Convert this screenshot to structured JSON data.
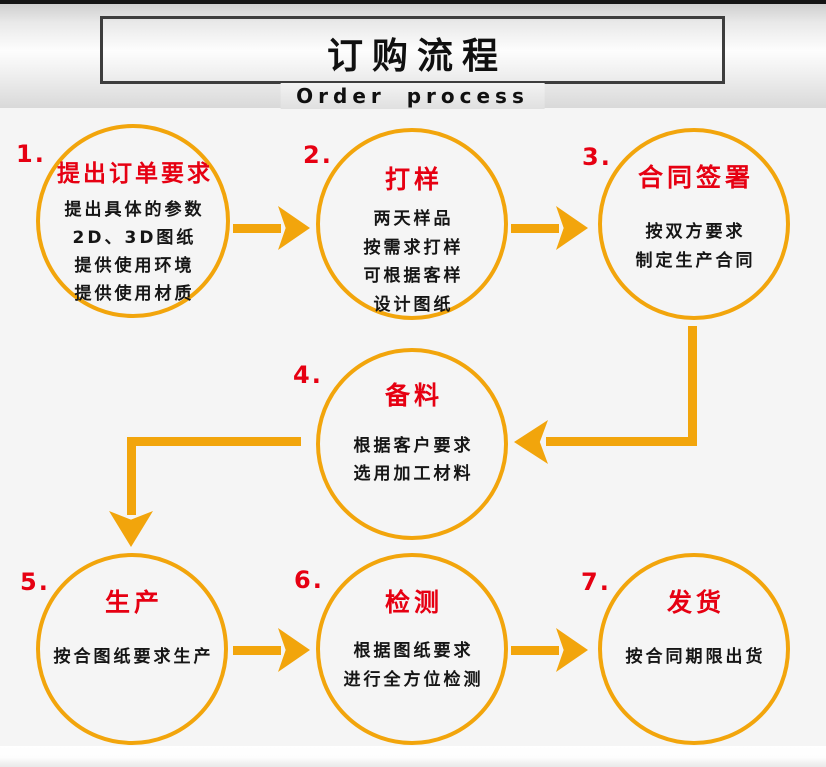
{
  "header": {
    "title": "订购流程",
    "subtitle": "Order process"
  },
  "colors": {
    "accent_orange": "#f2a50c",
    "step_red": "#e60012",
    "text_black": "#161616",
    "border_dark": "#3d3d3d"
  },
  "steps": [
    {
      "num": "1.",
      "title": "提出订单要求",
      "lines": [
        "提出具体的参数",
        "2D、3D图纸",
        "提供使用环境",
        "提供使用材质"
      ]
    },
    {
      "num": "2.",
      "title": "打样",
      "lines": [
        "两天样品",
        "按需求打样",
        "可根据客样",
        "设计图纸"
      ]
    },
    {
      "num": "3.",
      "title": "合同签署",
      "lines": [
        "按双方要求",
        "制定生产合同"
      ]
    },
    {
      "num": "4.",
      "title": "备料",
      "lines": [
        "根据客户要求",
        "选用加工材料"
      ]
    },
    {
      "num": "5.",
      "title": "生产",
      "lines": [
        "按合图纸要求生产"
      ]
    },
    {
      "num": "6.",
      "title": "检测",
      "lines": [
        "根据图纸要求",
        "进行全方位检测"
      ]
    },
    {
      "num": "7.",
      "title": "发货",
      "lines": [
        "按合同期限出货"
      ]
    }
  ]
}
